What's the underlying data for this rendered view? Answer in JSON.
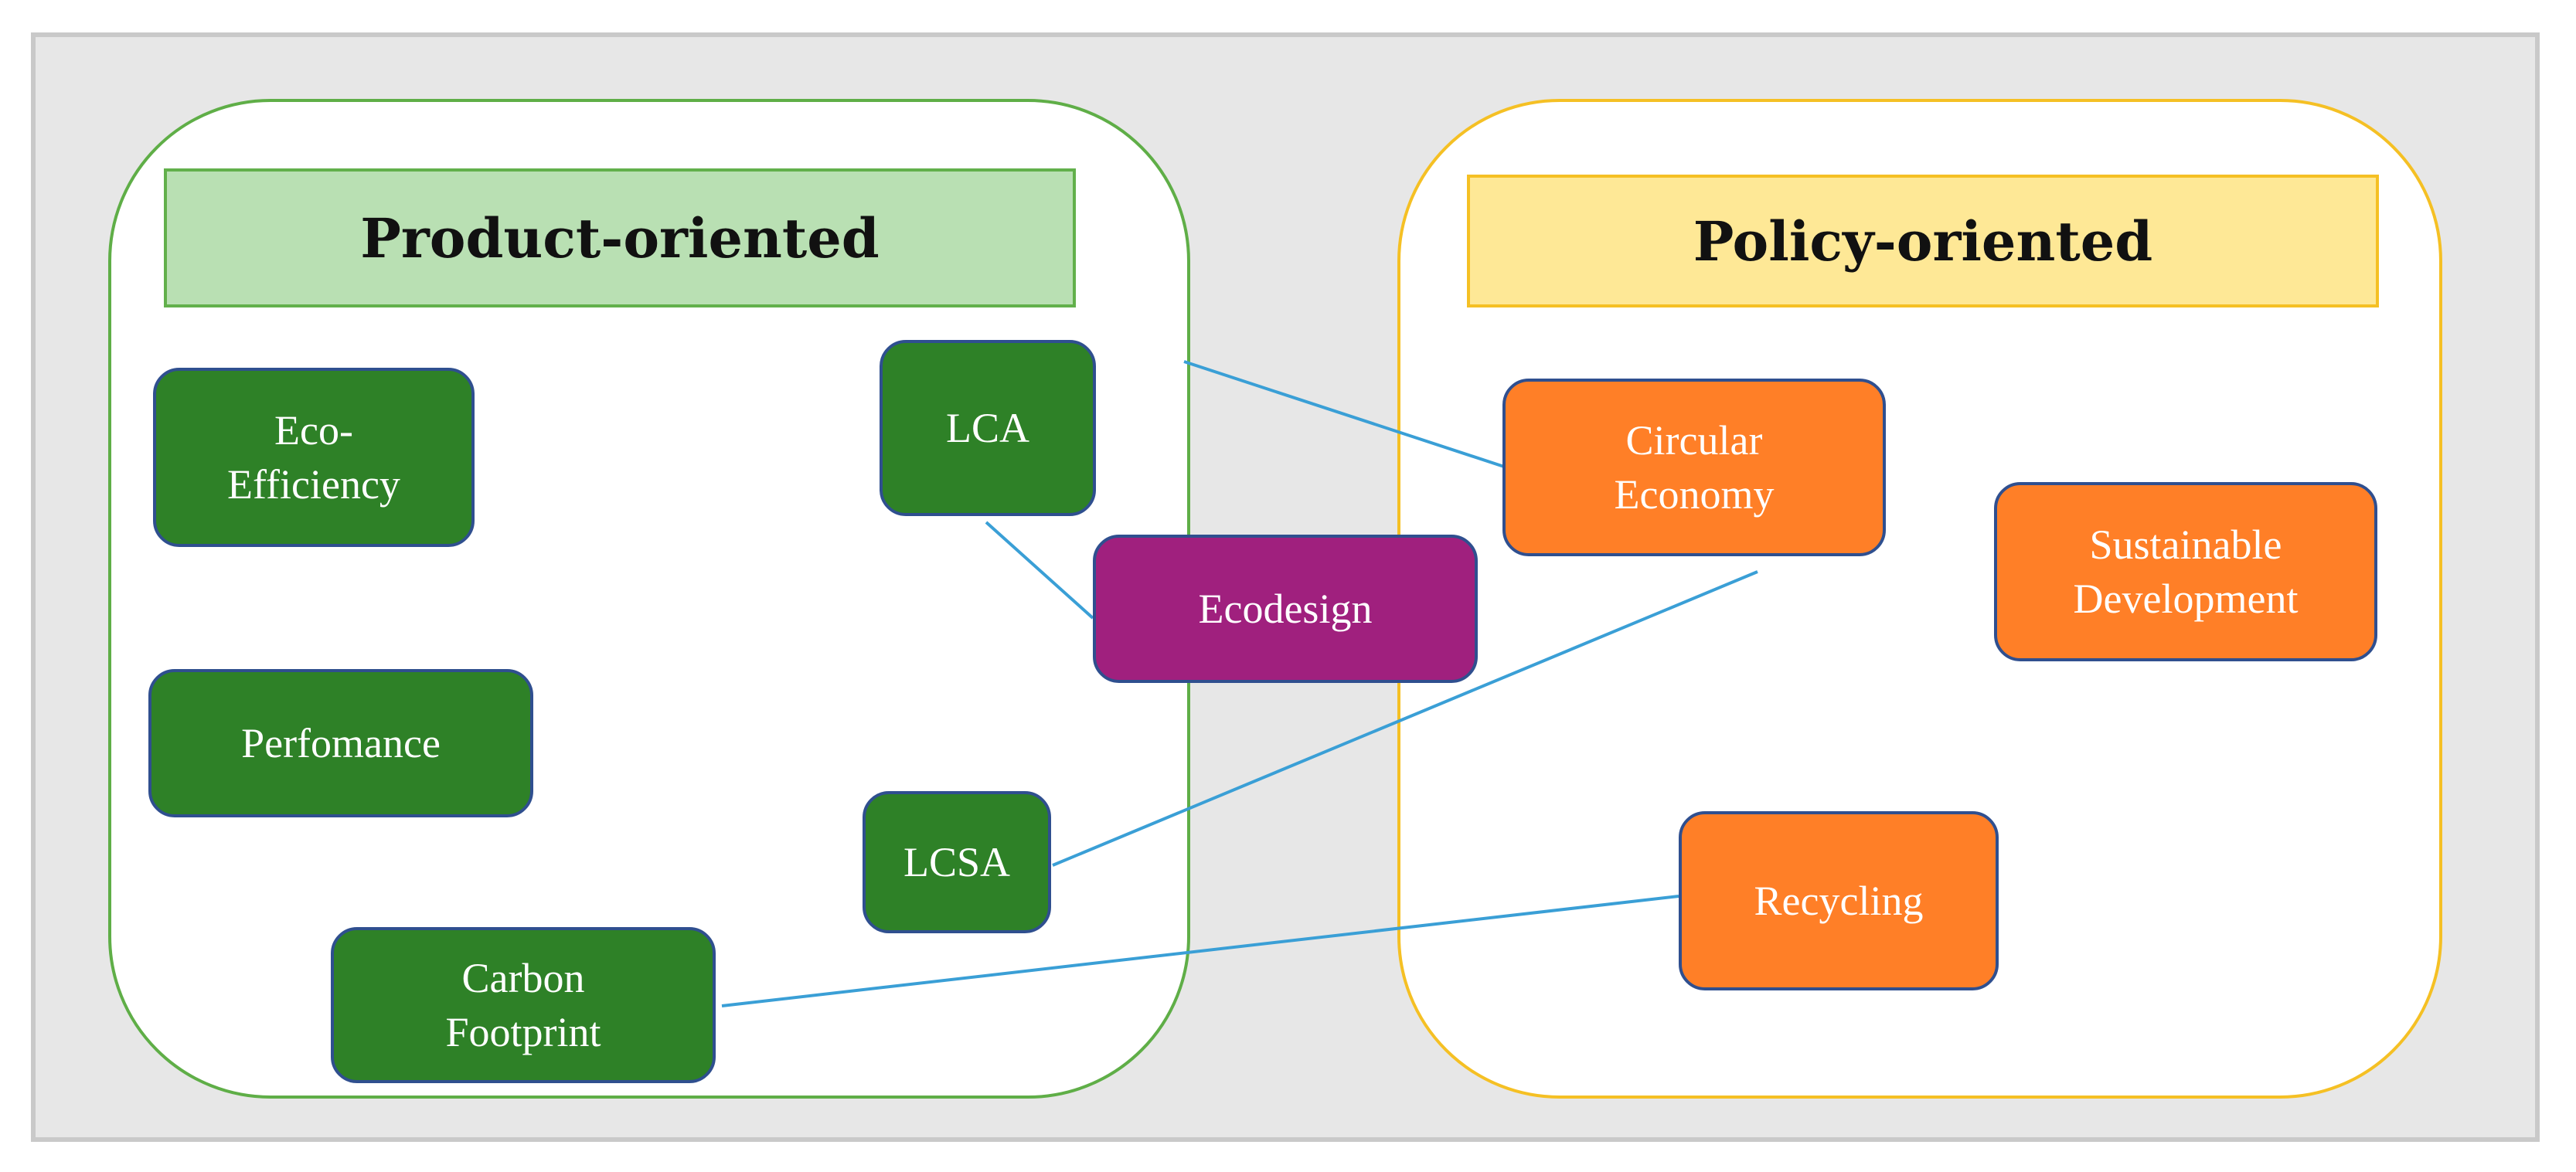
{
  "groups": {
    "product": {
      "title": "Product-oriented"
    },
    "policy": {
      "title": "Policy-oriented"
    }
  },
  "nodes": {
    "eco_efficiency": {
      "label": "Eco-\nEfficiency"
    },
    "lca": {
      "label": "LCA"
    },
    "perfomance": {
      "label": "Perfomance"
    },
    "lcsa": {
      "label": "LCSA"
    },
    "carbon_footprint": {
      "label": "Carbon\nFootprint"
    },
    "ecodesign": {
      "label": "Ecodesign"
    },
    "circular_economy": {
      "label": "Circular\nEconomy"
    },
    "sustainable_development": {
      "label": "Sustainable\nDevelopment"
    },
    "recycling": {
      "label": "Recycling"
    }
  },
  "edges": [
    {
      "from": "product-oriented group",
      "to": "Circular Economy"
    },
    {
      "from": "LCA",
      "to": "Ecodesign"
    },
    {
      "from": "LCSA",
      "to": "Circular Economy"
    },
    {
      "from": "Carbon Footprint",
      "to": "Recycling"
    }
  ],
  "colors": {
    "product_group_border": "#5fae47",
    "product_header_fill": "#b9e0b3",
    "policy_group_border": "#f5c024",
    "policy_header_fill": "#fee896",
    "product_node_fill": "#2e8127",
    "policy_node_fill": "#ff7f27",
    "bridge_node_fill": "#a0207e",
    "node_border": "#2f4f8f",
    "connector_line": "#3a9fd6",
    "canvas_background": "#e7e7e7"
  }
}
